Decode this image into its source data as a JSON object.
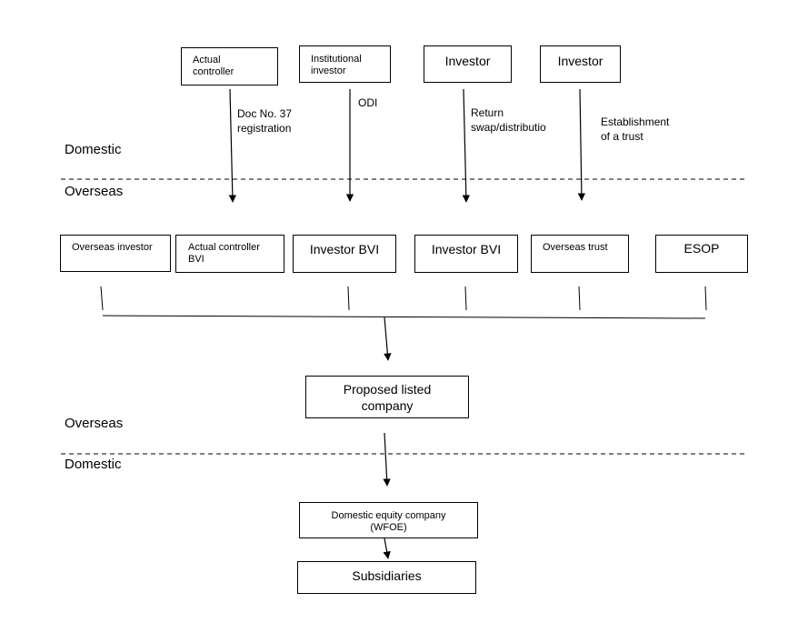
{
  "zones": {
    "top_domestic": "Domestic",
    "top_overseas": "Overseas",
    "bottom_overseas": "Overseas",
    "bottom_domestic": "Domestic"
  },
  "top_boxes": {
    "actual_controller": "Actual\ncontroller",
    "institutional_investor": "Institutional\ninvestor",
    "investor_1": "Investor",
    "investor_2": "Investor"
  },
  "arrow_labels": {
    "doc37": "Doc No. 37\nregistration",
    "odi": "ODI",
    "return_swap": "Return\nswap/distributio",
    "trust": "Establishment\nof a trust"
  },
  "overseas_boxes": {
    "overseas_investor": "Overseas investor",
    "actual_controller_bvi": "Actual controller\nBVI",
    "investor_bvi_1": "Investor BVI",
    "investor_bvi_2": "Investor BVI",
    "overseas_trust": "Overseas trust",
    "esop": "ESOP"
  },
  "bottom_boxes": {
    "proposed_listed_company": "Proposed listed\ncompany",
    "domestic_equity_company": "Domestic equity company\n(WFOE)",
    "subsidiaries": "Subsidiaries"
  }
}
